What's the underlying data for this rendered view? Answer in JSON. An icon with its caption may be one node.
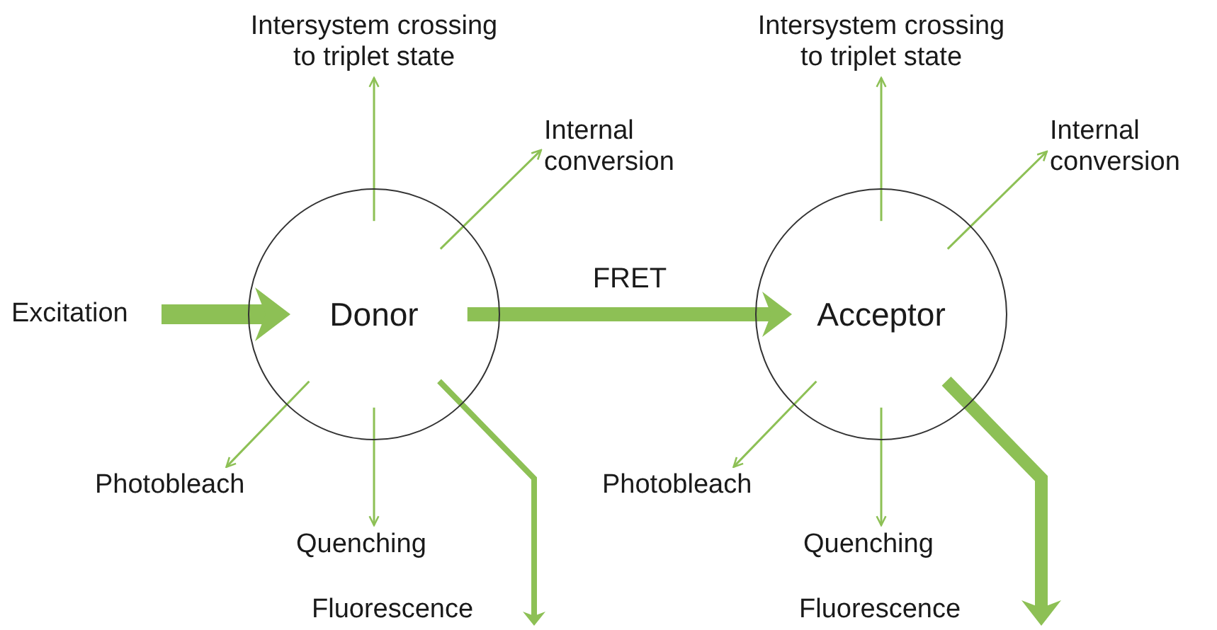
{
  "diagram": {
    "nodes": [
      {
        "text": [
          "Intersystem crossing to triplet state"
        ]
      },
      {
        "text": [
          "Intersystem crossing to triplet state"
        ]
      },
      {
        "text": [
          "Internal conversion"
        ]
      },
      {
        "text": [
          "Internal conversion"
        ]
      },
      {
        "text": [
          "Excitation"
        ]
      },
      {
        "text": [
          "Donor"
        ]
      },
      {
        "text": [
          "Acceptor"
        ]
      },
      {
        "text": [
          "Photobleach"
        ]
      },
      {
        "text": [
          "Photobleach"
        ]
      },
      {
        "text": [
          "Quenching"
        ]
      },
      {
        "text": [
          "Quenching"
        ]
      },
      {
        "text": [
          "Fluorescence"
        ]
      },
      {
        "text": [
          "Fluorescence"
        ]
      }
    ],
    "edges": [
      {
        "from": 4,
        "to": 5,
        "arrow": "to",
        "style": "thick"
      },
      {
        "from": 5,
        "to": 0,
        "arrow": "to"
      },
      {
        "from": 5,
        "to": 2,
        "arrow": "to"
      },
      {
        "from": 5,
        "to": 7,
        "arrow": "to"
      },
      {
        "from": 5,
        "to": 9,
        "arrow": "to"
      },
      {
        "from": 5,
        "to": 11,
        "arrow": "to",
        "style": "thick"
      },
      {
        "from": 5,
        "to": 6,
        "arrow": "to",
        "style": "thick",
        "label": "FRET"
      },
      {
        "from": 6,
        "to": 1,
        "arrow": "to"
      },
      {
        "from": 6,
        "to": 3,
        "arrow": "to"
      },
      {
        "from": 6,
        "to": 8,
        "arrow": "to"
      },
      {
        "from": 6,
        "to": 10,
        "arrow": "to"
      },
      {
        "from": 6,
        "to": 12,
        "arrow": "to",
        "style": "thick"
      }
    ]
  }
}
